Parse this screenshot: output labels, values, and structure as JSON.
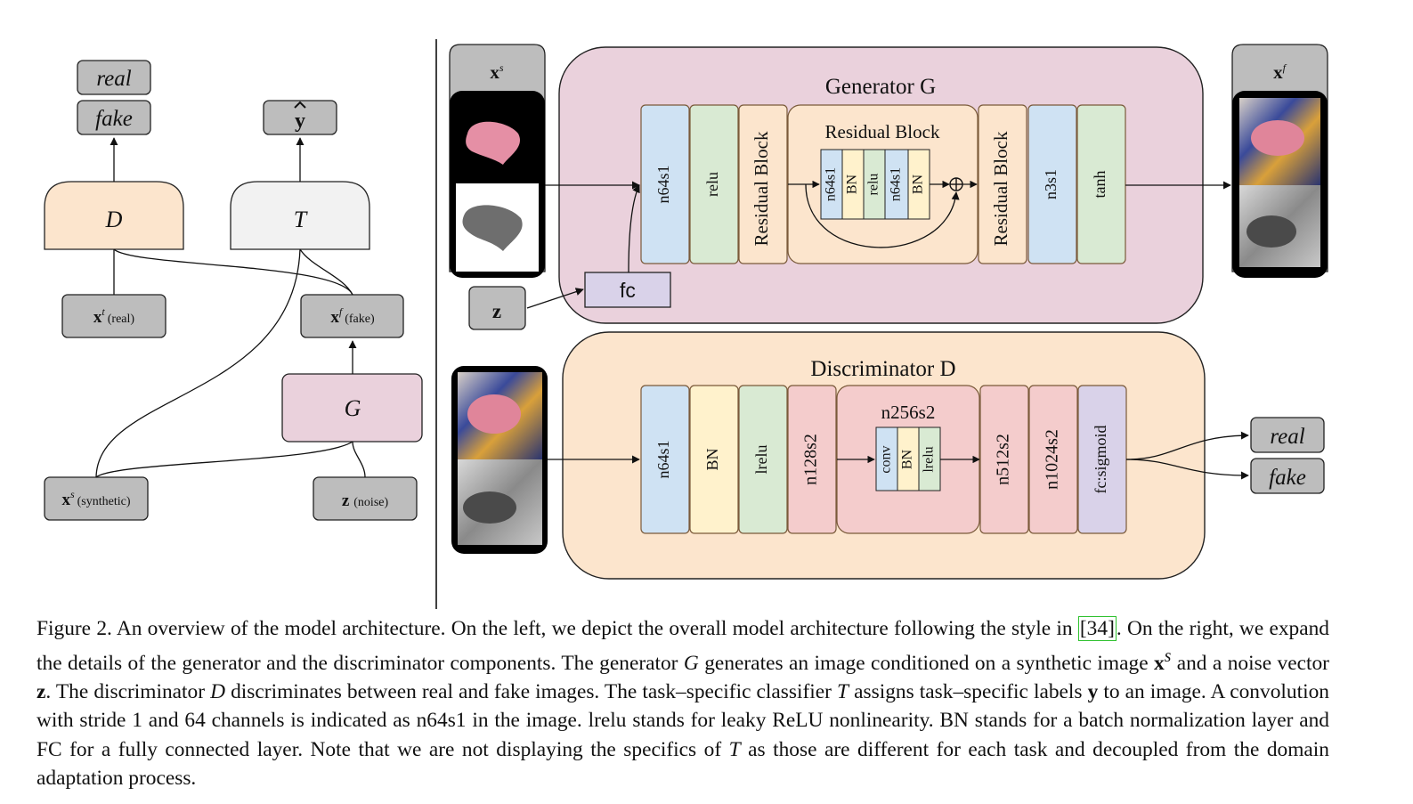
{
  "left": {
    "out_real": "real",
    "out_fake": "fake",
    "y_hat": "y",
    "D": "D",
    "T": "T",
    "G": "G",
    "xt_sym": "x",
    "xt_sup": "t",
    "xt_label": "(real)",
    "xf_sym": "x",
    "xf_sup": "f",
    "xf_label": "(fake)",
    "xs_sym": "x",
    "xs_sup": "s",
    "xs_label": "(synthetic)",
    "z_sym": "z",
    "z_label": "(noise)"
  },
  "generator": {
    "title": "Generator G",
    "input_sym": "x",
    "input_sup": "s",
    "z_sym": "z",
    "fc": "fc",
    "output_sym": "x",
    "output_sup": "f",
    "layers": [
      "n64s1",
      "relu",
      "Residual Block",
      "Residual Block",
      "n3s1",
      "tanh"
    ],
    "res_title": "Residual Block",
    "res_layers": [
      "n64s1",
      "BN",
      "relu",
      "n64s1",
      "BN"
    ]
  },
  "discriminator": {
    "title": "Discriminator D",
    "layers": [
      "n64s1",
      "BN",
      "lrelu",
      "n128s2",
      "n512s2",
      "n1024s2",
      "fc:sigmoid"
    ],
    "inner_title": "n256s2",
    "inner_layers": [
      "conv",
      "BN",
      "lrelu"
    ],
    "out_real": "real",
    "out_fake": "fake"
  },
  "caption": {
    "p1": "Figure 2. An overview of the model architecture. On the left, we depict the overall model architecture following the style in ",
    "ref": "[34]",
    "p2": ". On the right, we expand the details of the generator and the discriminator components. The generator ",
    "g": "G",
    "p3": " generates an image conditioned on a synthetic image ",
    "xs": "x",
    "xs_sup": "s",
    "p4": " and a noise vector ",
    "z": "z",
    "p5": ". The discriminator ",
    "d": "D",
    "p6": " discriminates between real and fake images. The task–specific classifier ",
    "t": "T",
    "p7": " assigns task–specific labels ",
    "y": "y",
    "p8": " to an image. A convolution with stride 1 and 64 channels is indicated as n64s1 in the image. lrelu stands for leaky ReLU nonlinearity. BN stands for a batch normalization layer and FC for a fully connected layer. Note that we are not displaying the specifics of ",
    "t2": "T",
    "p9": " as those are different for each task and decoupled from the domain adaptation process."
  }
}
